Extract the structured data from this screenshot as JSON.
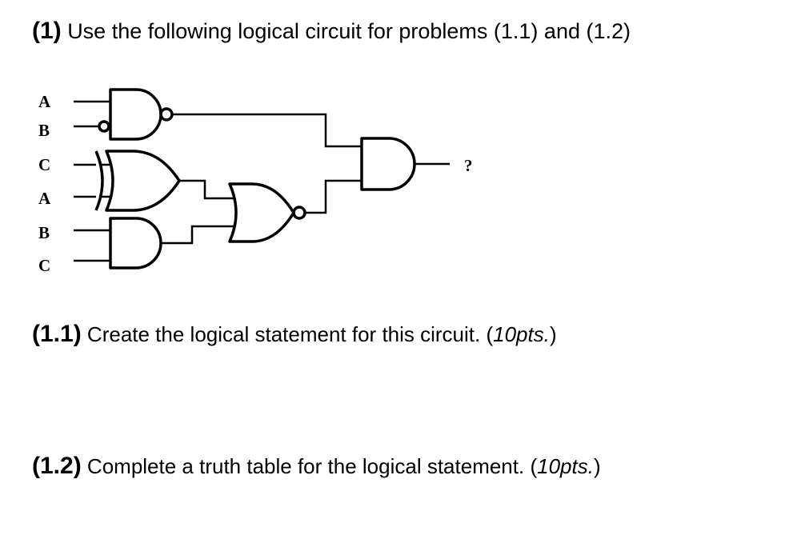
{
  "problem": {
    "number": "(1)",
    "text": "Use the following logical circuit for problems (1.1) and (1.2)"
  },
  "circuit": {
    "input_labels": [
      "A",
      "B",
      "C",
      "A",
      "B",
      "C"
    ],
    "output_label": "?",
    "gates": [
      {
        "type": "AND",
        "inputs": [
          "A",
          "NOT B"
        ],
        "inverted_output": true
      },
      {
        "type": "XOR",
        "inputs": [
          "C",
          "A"
        ],
        "inverted_output": false
      },
      {
        "type": "AND",
        "inputs": [
          "B",
          "C"
        ],
        "inverted_output": false
      },
      {
        "type": "OR",
        "inputs": [
          "XOR(C,A)",
          "AND(B,C)"
        ],
        "inverted_output": true
      },
      {
        "type": "AND",
        "inputs": [
          "NAND(A,NOT B)",
          "NOR(XOR(C,A),AND(B,C))"
        ],
        "inverted_output": false
      }
    ]
  },
  "sub1": {
    "number": "(1.1)",
    "text": "Create the logical statement for this circuit. (",
    "points": "10pts.",
    "close": ")"
  },
  "sub2": {
    "number": "(1.2)",
    "text": "Complete a truth table for the logical statement. (",
    "points": "10pts.",
    "close": ")"
  }
}
